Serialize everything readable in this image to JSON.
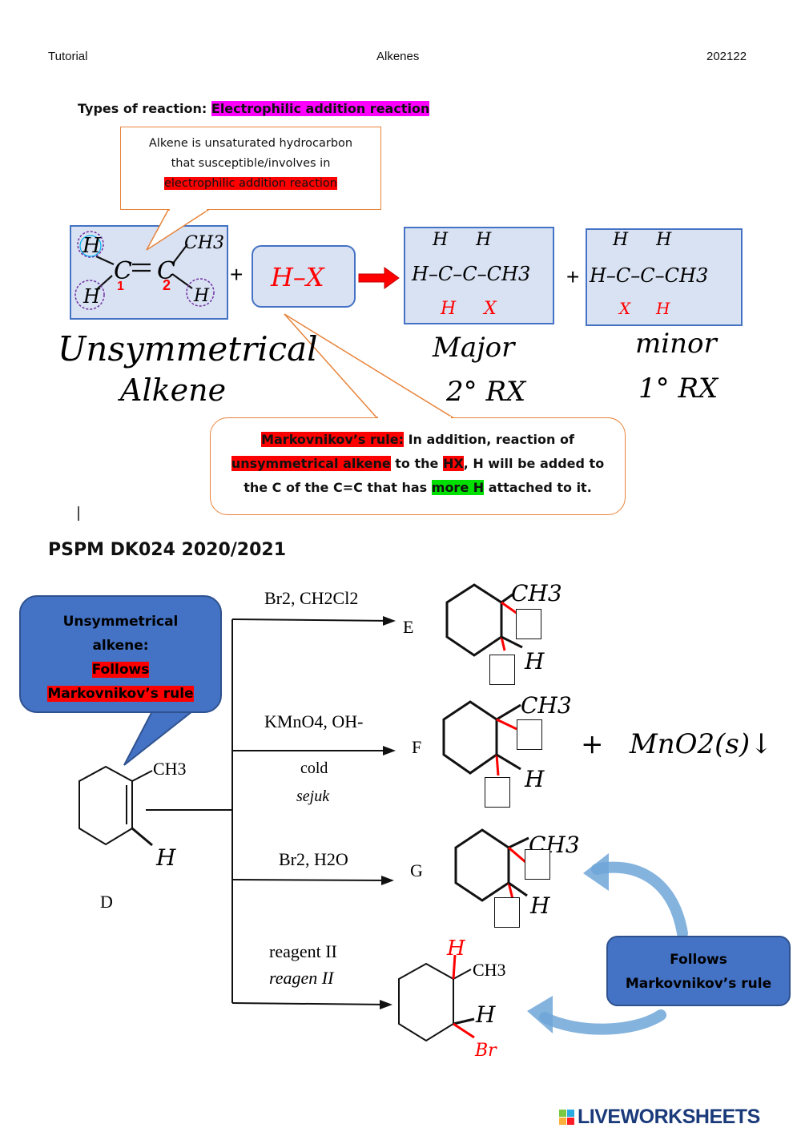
{
  "header": {
    "left": "Tutorial",
    "center": "Alkenes",
    "right": "202122"
  },
  "types_of_reaction": {
    "label": "Types of reaction:",
    "value": "Electrophilic addition reaction"
  },
  "callout_top": {
    "line1": "Alkene is unsaturated hydrocarbon",
    "line2": "that susceptible/involves in",
    "line3": "electrophilic addition reaction"
  },
  "reaction": {
    "reactant_left_labels": {
      "h1": "H",
      "h2": "H",
      "c1": "C",
      "eq": "=",
      "c2": "C",
      "ch3": "CH3",
      "h3": "H",
      "n1": "1",
      "n2": "2"
    },
    "plus1": "+",
    "reagent": "H–X",
    "product_major": {
      "top": "H     H",
      "chain": "H–C–C–CH3",
      "bottom": "H     X"
    },
    "plus2": "+",
    "product_minor": {
      "top": "H     H",
      "chain": "H–C–C–CH3",
      "bottom": "X     H"
    }
  },
  "handwritten": {
    "unsym1": "Unsymmetrical",
    "unsym2": "Alkene",
    "major1": "Major",
    "major2": "2° RX",
    "minor1": "minor",
    "minor2": "1° RX"
  },
  "markovnikov_callout": {
    "rule_label": "Markovnikov’s rule:",
    "t1": " In addition, reaction of",
    "unsym": "unsymmetrical alkene",
    "t2": " to the ",
    "hx": "HX",
    "t3": ", H will be added to",
    "t4": "the C of the C=C that has ",
    "more_h": "more H",
    "t5": " attached to it."
  },
  "section_title": "PSPM DK024 2020/2021",
  "bubble_left": {
    "l1": "Unsymmetrical",
    "l2": "alkene:",
    "l3": "Follows",
    "l4": "Markovnikov’s rule"
  },
  "scheme": {
    "compound_d": "D",
    "ch3": "CH3",
    "h": "H",
    "r1": {
      "reagent": "Br2, CH2Cl2",
      "product": "E"
    },
    "r2": {
      "reagent": "KMnO4, OH-",
      "cond1": "cold",
      "cond2": "sejuk",
      "product": "F"
    },
    "r3": {
      "reagent": "Br2, H2O",
      "product": "G"
    },
    "r4": {
      "reagent1": "reagent II",
      "reagent2": "reagen II"
    },
    "mno2": "+   MnO2(s)↓",
    "prod_ch3": "CH3",
    "prod_h": "H",
    "prod_br": "Br"
  },
  "bubble_right": {
    "l1": "Follows",
    "l2": "Markovnikov’s rule"
  },
  "footer_logo": "LIVEWORKSHEETS",
  "colors": {
    "magenta": "#ff00ff",
    "red": "#ff0000",
    "green": "#00e000",
    "blue": "#4472c4",
    "light_blue": "#d9e2f3",
    "orange": "#e8833a"
  }
}
